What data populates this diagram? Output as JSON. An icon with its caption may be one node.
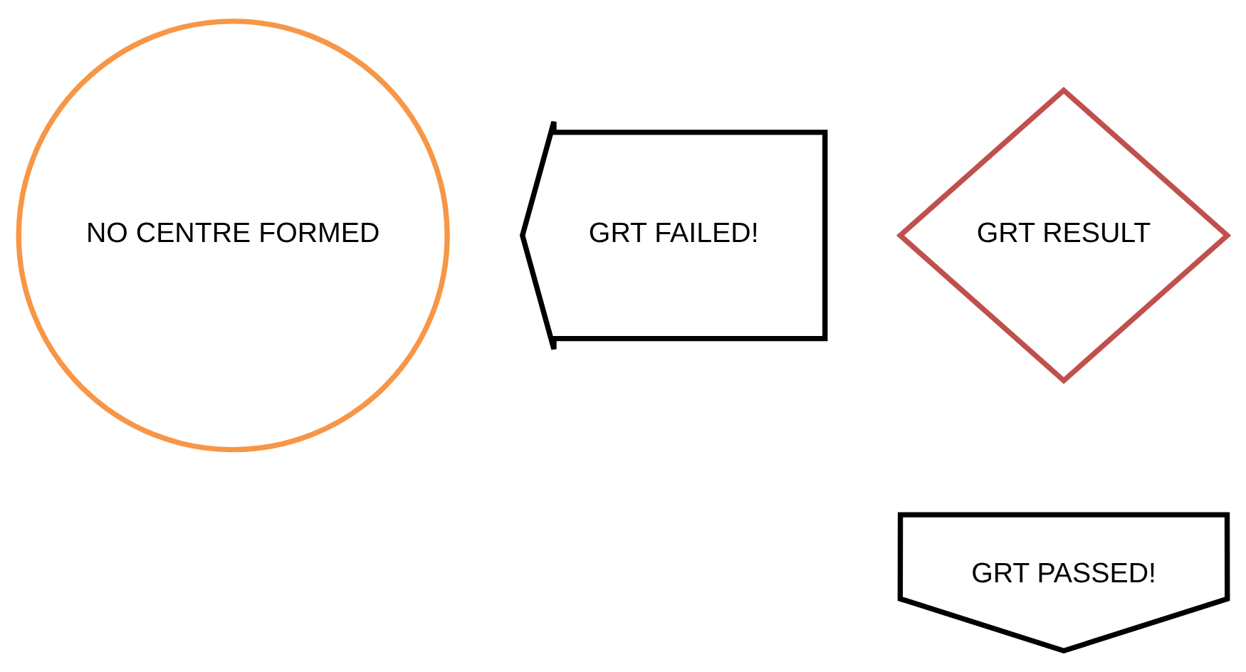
{
  "diagram": {
    "nodes": [
      {
        "text": [
          "NO CENTRE FORMED"
        ]
      },
      {
        "text": [
          "GRT FAILED!"
        ]
      },
      {
        "text": [
          "GRT RESULT"
        ]
      },
      {
        "text": [
          "GRT PASSED!"
        ]
      }
    ]
  }
}
